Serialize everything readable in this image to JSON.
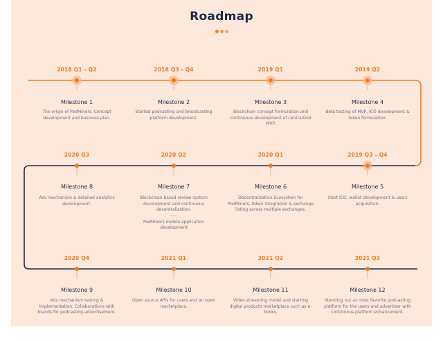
{
  "title": "Roadmap",
  "colors": {
    "accent": "#f47a1f",
    "dark": "#1f2a4a",
    "panel": "#fde8dc",
    "text": "#6a6f82"
  },
  "milestones": [
    {
      "date": "2018 Q1 - Q2",
      "name": "Milestone 1",
      "desc": [
        "The origin of PodMiners. Concept development and business plan."
      ]
    },
    {
      "date": "2018 Q3 - Q4",
      "name": "Milestone 2",
      "desc": [
        "Started podcasting and broadcasting platform development."
      ]
    },
    {
      "date": "2019 Q1",
      "name": "Milestone 3",
      "desc": [
        "Blockchain concept formulation and continuous development of centralized MVP."
      ]
    },
    {
      "date": "2019 Q2",
      "name": "Milestone 4",
      "desc": [
        "Beta testing of MVP, ICO development & token formulation."
      ]
    },
    {
      "date": "2019 Q3 - Q4",
      "name": "Milestone 5",
      "desc": [
        "Start ICO, wallet development & users acquisition."
      ]
    },
    {
      "date": "2020 Q1",
      "name": "Milestone 6",
      "desc": [
        "Decentralization Ecosystem for PodMiners, token integration & exchange listing across multiple exchanges."
      ]
    },
    {
      "date": "2020 Q2",
      "name": "Milestone 7",
      "desc": [
        "Blockchain based review system development and continuous decentralization.",
        "-----",
        "PodMiners mobile application development"
      ]
    },
    {
      "date": "2020 Q3",
      "name": "Milestone 8",
      "desc": [
        "Ads mechanism & detailed analytics development."
      ]
    },
    {
      "date": "2020 Q4",
      "name": "Milestone 9",
      "desc": [
        "Ads mechanism testing & Implementation. Collaborations with brands for podcasting advertisement."
      ]
    },
    {
      "date": "2021 Q1",
      "name": "Milestone 10",
      "desc": [
        "Open source APIs for users and an open marketplace."
      ]
    },
    {
      "date": "2021 Q2",
      "name": "Milestone 11",
      "desc": [
        "Video streaming model and starting digital products marketplace such as e-books."
      ]
    },
    {
      "date": "2021 Q3",
      "name": "Milestone 12",
      "desc": [
        "Standing out as most favorite podcasting platform for the users and advertiser with continuous platform enhancement."
      ]
    }
  ]
}
